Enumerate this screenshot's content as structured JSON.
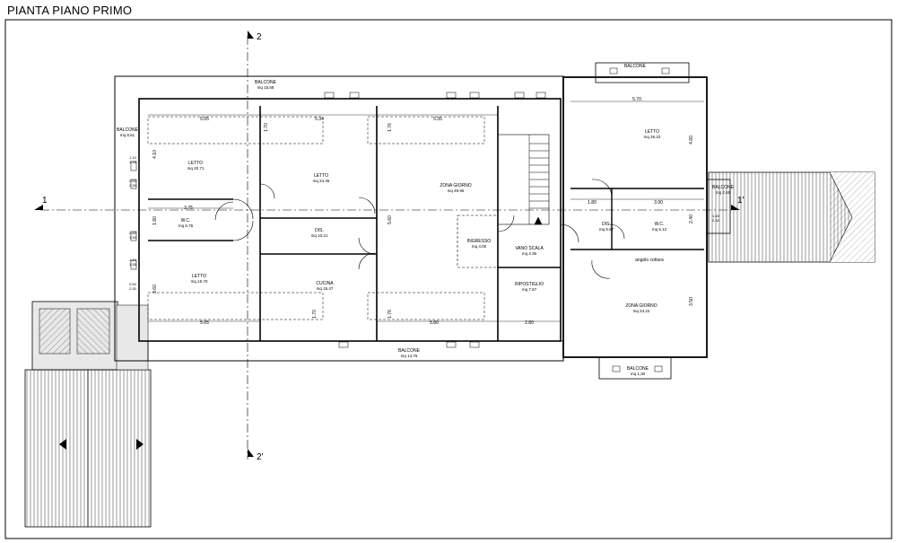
{
  "title": "PIANTA PIANO PRIMO",
  "section_marks": {
    "a": "1",
    "a_prime": "1'",
    "b": "2",
    "b_prime": "2'"
  },
  "rooms": {
    "balcone_top": {
      "name": "BALCONE",
      "area": "mq 15,68"
    },
    "balcone_left": {
      "name": "BALCONE",
      "area": "mq 8,61"
    },
    "letto_1": {
      "name": "LETTO",
      "area": "mq 20.71"
    },
    "letto_2": {
      "name": "LETTO",
      "area": "mq 24.46"
    },
    "zona_giorno_1": {
      "name": "ZONA GIORNO",
      "area": "mq 49.95"
    },
    "letto_3": {
      "name": "LETTO",
      "area": "mq 26.22"
    },
    "balcone_right": {
      "name": "BALCONE",
      "area": "mq 2,65"
    },
    "wc_1": {
      "name": "W.C.",
      "area": "mq 6.75"
    },
    "dis_1": {
      "name": "DIS.",
      "area": "mq 10.21"
    },
    "ingresso": {
      "name": "INGRESSO",
      "area": "mq 4.00"
    },
    "vano_scala": {
      "name": "VANO SCALA",
      "area": "mq 4.36"
    },
    "dis_2": {
      "name": "DIS.",
      "area": "mq 5.67"
    },
    "wc_2": {
      "name": "W.C.",
      "area": "mq 6.12"
    },
    "angolo_cottura": {
      "name": "angolo cottura",
      "area": ""
    },
    "letto_4": {
      "name": "LETTO",
      "area": "mq 15.70"
    },
    "cucina": {
      "name": "CUCINA",
      "area": "mq 15.47"
    },
    "ripostiglio": {
      "name": "RIPOSTIGLIO",
      "area": "mq 7.67"
    },
    "zona_giorno_2": {
      "name": "ZONA GIORNO",
      "area": "mq 24.22"
    },
    "balcone_bottom": {
      "name": "BALCONE",
      "area": "mq 14,76"
    },
    "balcone_top_right": {
      "name": "BALCONE",
      "area": ""
    },
    "balcone_bottom_right": {
      "name": "BALCONE",
      "area": "mq 1,30"
    }
  },
  "dimensions": {
    "d_5_05_top": "5.05",
    "d_5_34": "5.34",
    "d_5_35": "5.35",
    "d_5_70": "5.70",
    "d_3_75": "3.75",
    "d_1_80_a": "1.80",
    "d_3_90": "3.90",
    "d_5_05_bottom": "5.05",
    "d_5_80": "5.80",
    "d_2_80": "2.80",
    "v_4_10": "4.10",
    "v_1_80_l": "1.80",
    "v_3_60": "3.60",
    "v_1_70": "1.70",
    "v_1_76": "1.76",
    "v_5_60": "5.60",
    "v_1_70_b": "1.70",
    "v_1_76_b": "1.76",
    "v_4_60": "4.60",
    "v_2_40": "2.40",
    "v_3_50": "3.50",
    "w_1": "1.10",
    "w_2": "1.35",
    "w_3": "0.50",
    "w_4": "2.30",
    "w_5": "0.80",
    "w_6": "1.30",
    "w_7": "1.10",
    "w_8": "1.35",
    "w_9": "0.50",
    "w_10": "2.30",
    "w_11": "1.60",
    "w_12": "2.30"
  }
}
